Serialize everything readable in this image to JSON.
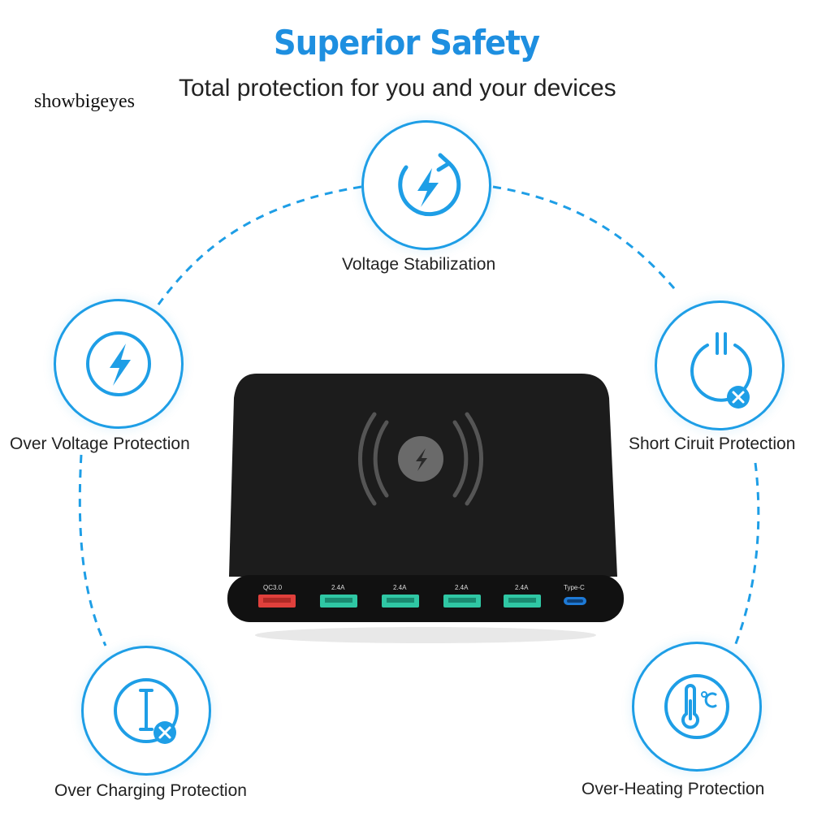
{
  "header": {
    "title": "Superior Safety",
    "subtitle": "Total protection for you and your devices"
  },
  "watermark": "showbigeyes",
  "features": [
    {
      "label": "Voltage Stabilization",
      "icon": "refresh-bolt-icon"
    },
    {
      "label": "Over Voltage Protection",
      "icon": "bolt-icon"
    },
    {
      "label": "Short Ciruit Protection",
      "icon": "power-x-icon"
    },
    {
      "label": "Over Charging Protection",
      "icon": "current-x-icon"
    },
    {
      "label": "Over-Heating Protection",
      "icon": "thermometer-icon"
    }
  ],
  "product": {
    "ports": [
      "QC3.0",
      "2.4A",
      "2.4A",
      "2.4A",
      "2.4A",
      "Type-C"
    ]
  },
  "colors": {
    "accent": "#1e9ee6",
    "title": "#1e8fe0",
    "device": "#1a1a1a",
    "qc_port": "#e0403c",
    "usb_port": "#2fc7a4"
  }
}
